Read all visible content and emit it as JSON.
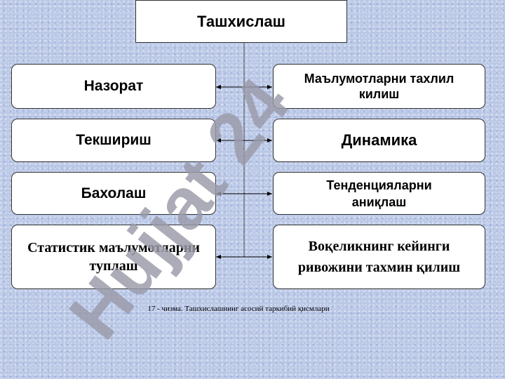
{
  "diagram": {
    "title": "Ташхислаш",
    "left_items": [
      "Назорат",
      "Текшириш",
      "Бахолаш",
      "Статистик маълумотларни туплаш"
    ],
    "right_items": [
      "Маълумотларни тахлил килиш",
      "Динамика",
      "Тенденцияларни аниқлаш",
      "Воқеликнинг кейинги ривожини тахмин қилиш"
    ],
    "caption": "17 - чизма. Ташхислашнинг асосий таркибий қисмлари"
  },
  "watermark": {
    "text": "Hujjat 24",
    "color": "#9a9aa8"
  }
}
